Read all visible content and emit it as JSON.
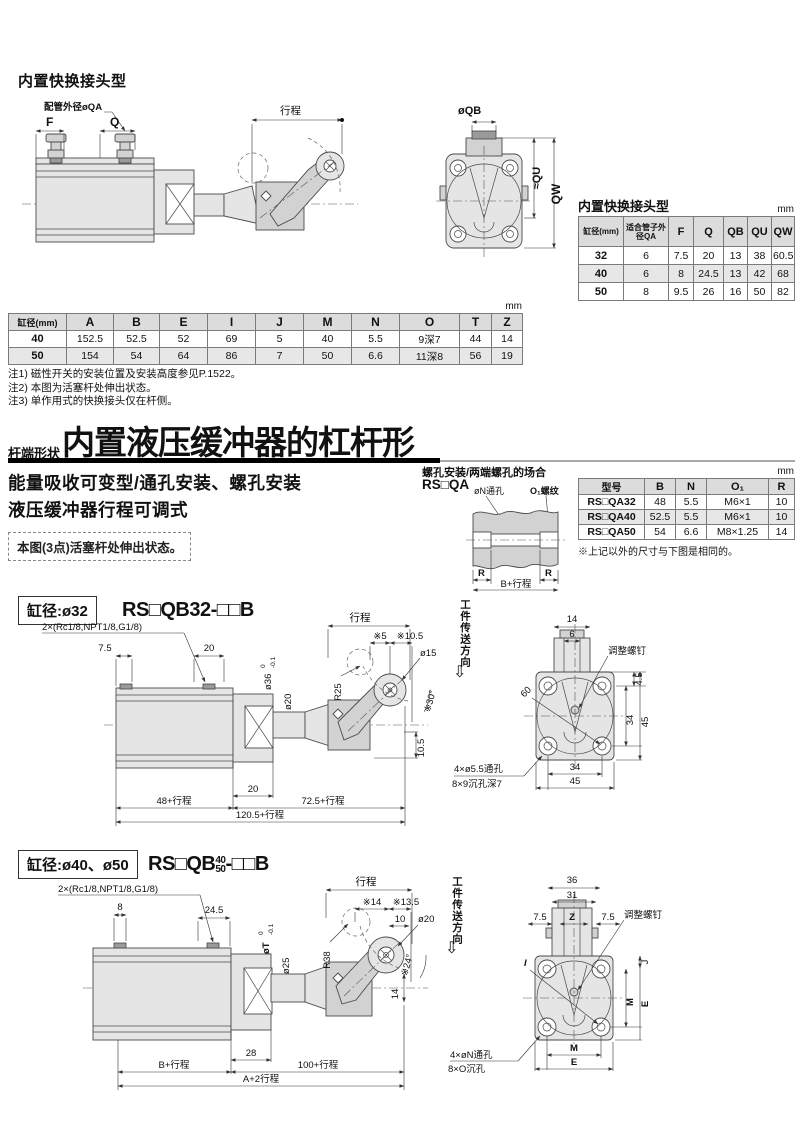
{
  "quick": {
    "title": "内置快换接头型",
    "labels": {
      "pipe_od": "配管外径øQA",
      "f": "F",
      "q": "Q",
      "stroke": "行程",
      "qb": "øQB",
      "qu": "≈QU",
      "qw": "QW"
    },
    "table": {
      "title": "内置快换接头型",
      "unit": "mm",
      "headers": [
        "缸径(mm)",
        "适合管子外径QA",
        "F",
        "Q",
        "QB",
        "QU",
        "QW"
      ],
      "rows": [
        [
          "32",
          "6",
          "7.5",
          "20",
          "13",
          "38",
          "60.5"
        ],
        [
          "40",
          "6",
          "8",
          "24.5",
          "13",
          "42",
          "68"
        ],
        [
          "50",
          "8",
          "9.5",
          "26",
          "16",
          "50",
          "82"
        ]
      ]
    }
  },
  "dims_table": {
    "unit": "mm",
    "headers": [
      "缸径(mm)",
      "A",
      "B",
      "E",
      "I",
      "J",
      "M",
      "N",
      "O",
      "T",
      "Z"
    ],
    "rows": [
      [
        "40",
        "152.5",
        "52.5",
        "52",
        "69",
        "5",
        "40",
        "5.5",
        "9深7",
        "44",
        "14"
      ],
      [
        "50",
        "154",
        "54",
        "64",
        "86",
        "7",
        "50",
        "6.6",
        "11深8",
        "56",
        "19"
      ]
    ],
    "notes": [
      "注1) 磁性开关的安装位置及安装高度参见P.1522。",
      "注2) 本图为活塞杆处伸出状态。",
      "注3) 单作用式的快换接头仅在杆侧。"
    ]
  },
  "lever_heading": {
    "prefix": "杆端形状",
    "title": "内置液压缓冲器的杠杆形"
  },
  "lever_intro": {
    "line1": "能量吸收可变型/通孔安装、螺孔安装",
    "line2": "液压缓冲器行程可调式",
    "note_box": "本图(3点)活塞杆处伸出状态。"
  },
  "qa_mount": {
    "title": "螺孔安装/两端螺孔的场合",
    "model": "RS□QA",
    "labels": {
      "n_hole": "øN通孔",
      "o1_thread": "O₁螺纹",
      "r_left": "R",
      "r_right": "R",
      "b_stroke": "B+行程"
    },
    "table": {
      "unit": "mm",
      "headers": [
        "型号",
        "B",
        "N",
        "O₁",
        "R"
      ],
      "rows": [
        [
          "RS□QA32",
          "48",
          "5.5",
          "M6×1",
          "10"
        ],
        [
          "RS□QA40",
          "52.5",
          "5.5",
          "M6×1",
          "10"
        ],
        [
          "RS□QA50",
          "54",
          "6.6",
          "M8×1.25",
          "14"
        ]
      ],
      "note": "※上记以外的尺寸与下图是相同的。"
    }
  },
  "bore32": {
    "bore_label": "缸径:ø32",
    "model": "RS□QB32-□□B",
    "labels": {
      "ports": "2×(Rc1/8,NPT1/8,G1/8)",
      "d7_5": "7.5",
      "d20_top": "20",
      "stroke": "行程",
      "d5": "※5",
      "d10_5_top": "※10.5",
      "dia15": "ø15",
      "r25": "R25",
      "a30": "※30°",
      "dia36": "ø36",
      "tol_hi": "0",
      "tol_lo": "-0.1",
      "dia20": "ø20",
      "d10_5_right": "10.5",
      "d20_bot": "20",
      "d48": "48+行程",
      "d72_5": "72.5+行程",
      "d120_5": "120.5+行程",
      "conveyor": "工件传送方向"
    },
    "end_view": {
      "d14": "14",
      "d6": "6",
      "adjust": "调整螺钉",
      "d4_5": "4.5",
      "d60": "60",
      "d34_r": "34",
      "d45_r": "45",
      "d34_b": "34",
      "d45_b": "45",
      "holes1": "4×ø5.5通孔",
      "holes2": "8×9沉孔深7"
    }
  },
  "bore4050": {
    "bore_label": "缸径:ø40、ø50",
    "model_prefix": "RS□QB",
    "model_top": "40",
    "model_bottom": "50",
    "model_suffix": "-□□B",
    "labels": {
      "ports": "2×(Rc1/8,NPT1/8,G1/8)",
      "d8": "8",
      "d24_5": "24.5",
      "stroke": "行程",
      "d14s": "※14",
      "d13_5": "※13.5",
      "d10": "10",
      "dia20": "ø20",
      "r38": "R38",
      "a24": "※24°",
      "d14_v": "14",
      "diaT": "øT",
      "tol_hi": "0",
      "tol_lo": "-0.1",
      "dia25": "ø25",
      "d28": "28",
      "dB": "B+行程",
      "d100": "100+行程",
      "dA": "A+2行程",
      "conveyor": "工件传送方向"
    },
    "end_view": {
      "d36": "36",
      "d31": "31",
      "z": "Z",
      "d7_5l": "7.5",
      "d7_5r": "7.5",
      "adjust": "调整螺钉",
      "i": "I",
      "j": "J",
      "m_r": "M",
      "e_r": "E",
      "m_b": "M",
      "e_b": "E",
      "holes1": "4×øN通孔",
      "holes2": "8×O沉孔"
    }
  },
  "icons": {
    "conveyor_down_arrow": "⇩"
  }
}
